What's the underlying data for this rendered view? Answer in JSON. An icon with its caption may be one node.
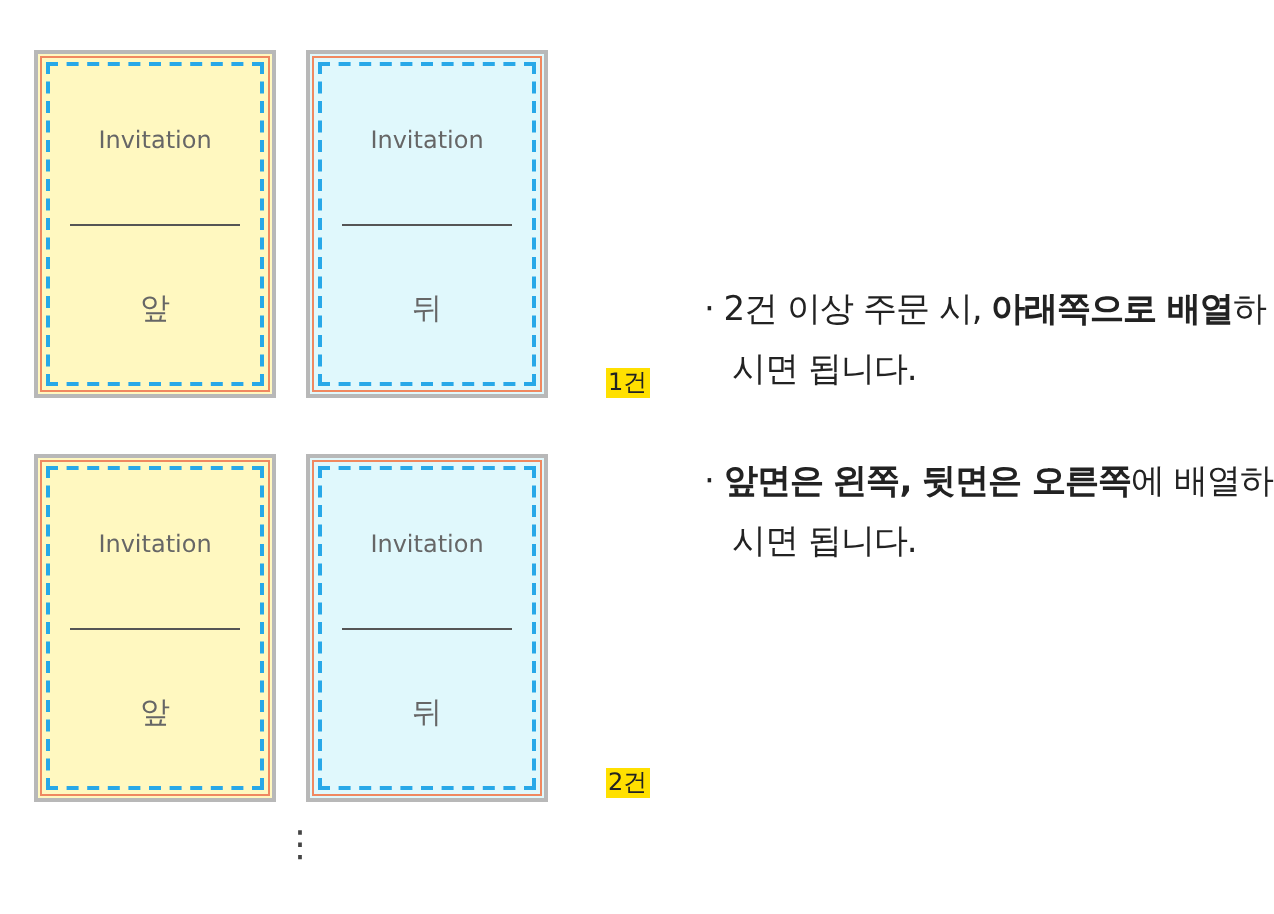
{
  "diagram": {
    "nodes": [
      {
        "text": [
          "Invitation",
          "앞"
        ]
      },
      {
        "text": [
          "Invitation",
          "뒤"
        ]
      },
      {
        "text": [
          "Invitation",
          "앞"
        ]
      },
      {
        "text": [
          "Invitation",
          "뒤"
        ]
      }
    ],
    "labels": [
      "1건",
      "· 2건 이상 주문 시, **아래쪽으로 배열**하시면 됩니다.",
      "· **앞면은 왼쪽, 뒷면은 오른쪽**에 배열하시면 됩니다.",
      "2건",
      "⋮"
    ]
  }
}
